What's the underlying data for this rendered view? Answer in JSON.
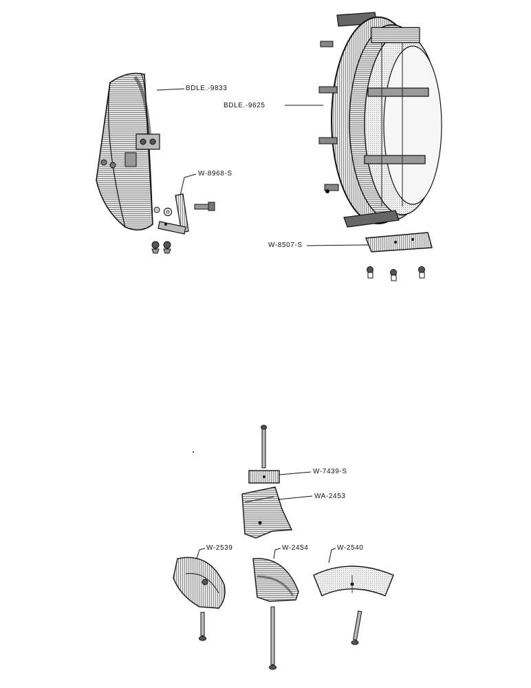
{
  "labels": {
    "bdle_9833": "BDLE.-9833",
    "bdle_9625": "BDLE.-9625",
    "w_8968_s": "W-8968-S",
    "w_8507_s": "W-8507-S",
    "w_7439_s": "W-7439-S",
    "wa_2453": "WA-2453",
    "w_2539": "W-2539",
    "w_2454": "W-2454",
    "w_2540": "W-2540"
  },
  "colors": {
    "ink": "#111111",
    "paper": "#ffffff",
    "mid": "#8a8a8a",
    "light": "#d4d4d4"
  }
}
